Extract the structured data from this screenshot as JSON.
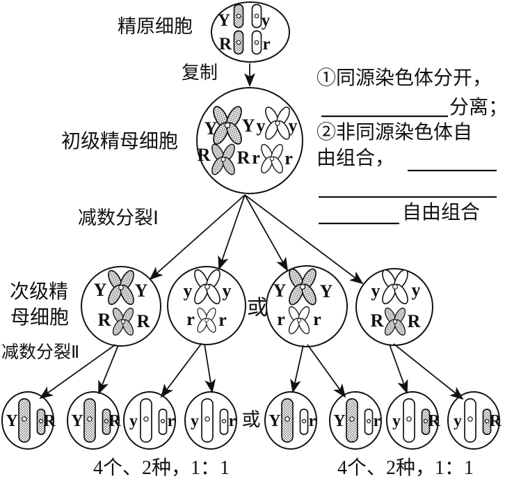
{
  "stage_labels": {
    "spermatogonium": "精原细胞",
    "replication": "复制",
    "primary_spermatocyte": "初级精母细胞",
    "meiosis_1": "减数分裂Ⅰ",
    "secondary_spermatocyte_line1": "次级精",
    "secondary_spermatocyte_line2": "母细胞",
    "meiosis_2": "减数分裂Ⅱ",
    "or_middle": "或",
    "or_bottom": "或"
  },
  "notes": {
    "line1": "①同源染色体分开，",
    "line2_suffix": "分离；",
    "line3": "②非同源染色体自",
    "line4_prefix": "由组合，",
    "line6_suffix": "自由组合"
  },
  "results": {
    "left": "4个、2种，1：1",
    "right": "4个、2种，1：1"
  },
  "cells": {
    "spermatogonium": {
      "tl": "Y",
      "tr": "y",
      "bl": "R",
      "br": "r"
    },
    "primary": {
      "t1": "Y",
      "t2": "Y",
      "t3": "y",
      "t4": "y",
      "b1": "R",
      "b2": "R",
      "b3": "r",
      "b4": "r"
    },
    "secondary": [
      {
        "tl": "Y",
        "tr": "Y",
        "bl": "R",
        "br": "R"
      },
      {
        "tl": "y",
        "tr": "y",
        "bl": "r",
        "br": "r"
      },
      {
        "tl": "Y",
        "tr": "Y",
        "bl": "r",
        "br": "r"
      },
      {
        "tl": "y",
        "tr": "y",
        "bl": "R",
        "br": "R"
      }
    ],
    "sperm": [
      {
        "l": "Y",
        "r": "R"
      },
      {
        "l": "Y",
        "r": "R"
      },
      {
        "l": "y",
        "r": "r"
      },
      {
        "l": "y",
        "r": "r"
      },
      {
        "l": "Y",
        "r": "r"
      },
      {
        "l": "Y",
        "r": "r"
      },
      {
        "l": "y",
        "r": "R"
      },
      {
        "l": "y",
        "r": "R"
      }
    ]
  },
  "colors": {
    "ink": "#111111",
    "paper": "#ffffff"
  }
}
